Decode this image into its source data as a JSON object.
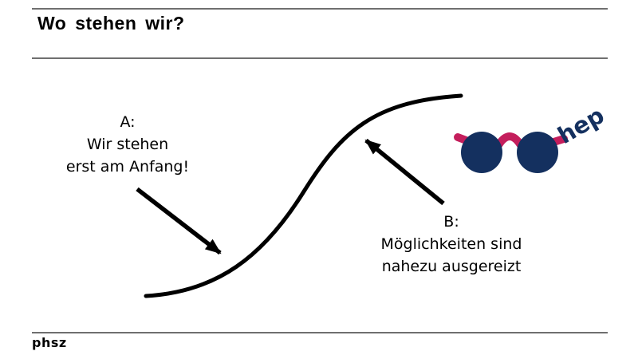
{
  "title": "Wo stehen wir?",
  "annotations": {
    "a": {
      "line1": "A:",
      "line2": "Wir stehen",
      "line3": "erst am Anfang!"
    },
    "b": {
      "line1": "B:",
      "line2": "Möglichkeiten sind",
      "line3": "nahezu ausgereizt"
    }
  },
  "logo": {
    "text": "hep"
  },
  "footer": {
    "brand": "phsz"
  },
  "colors": {
    "navy": "#14305f",
    "pink": "#c41e5c",
    "rule_gray": "#6f6f6f",
    "ink_black": "#000000"
  }
}
